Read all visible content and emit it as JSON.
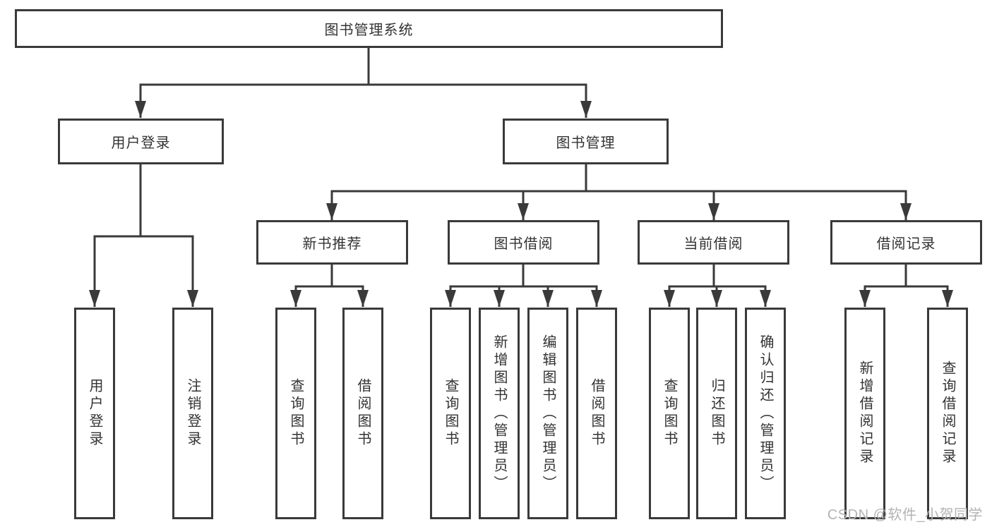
{
  "diagram": {
    "root": {
      "label": "图书管理系统"
    },
    "level2": [
      {
        "label": "用户登录"
      },
      {
        "label": "图书管理"
      }
    ],
    "level3": [
      {
        "label": "新书推荐",
        "parent": "图书管理"
      },
      {
        "label": "图书借阅",
        "parent": "图书管理"
      },
      {
        "label": "当前借阅",
        "parent": "图书管理"
      },
      {
        "label": "借阅记录",
        "parent": "图书管理"
      }
    ],
    "leaves": [
      {
        "label": "用户登录",
        "parent": "用户登录"
      },
      {
        "label": "注销登录",
        "parent": "用户登录"
      },
      {
        "label": "查询图书",
        "parent": "新书推荐"
      },
      {
        "label": "借阅图书",
        "parent": "新书推荐"
      },
      {
        "label": "查询图书",
        "parent": "图书借阅"
      },
      {
        "label": "新增图书（管理员）",
        "parent": "图书借阅"
      },
      {
        "label": "编辑图书（管理员）",
        "parent": "图书借阅"
      },
      {
        "label": "借阅图书",
        "parent": "图书借阅"
      },
      {
        "label": "查询图书",
        "parent": "当前借阅"
      },
      {
        "label": "归还图书",
        "parent": "当前借阅"
      },
      {
        "label": "确认归还（管理员）",
        "parent": "当前借阅"
      },
      {
        "label": "新增借阅记录",
        "parent": "借阅记录"
      },
      {
        "label": "查询借阅记录",
        "parent": "借阅记录"
      }
    ],
    "watermark": "CSDN @软件_小贺同学",
    "colors": {
      "line": "#3a3a3a",
      "box_border": "#3a3a3a",
      "text": "#333333",
      "watermark": "#b3b3b3",
      "background": "#ffffff"
    }
  }
}
